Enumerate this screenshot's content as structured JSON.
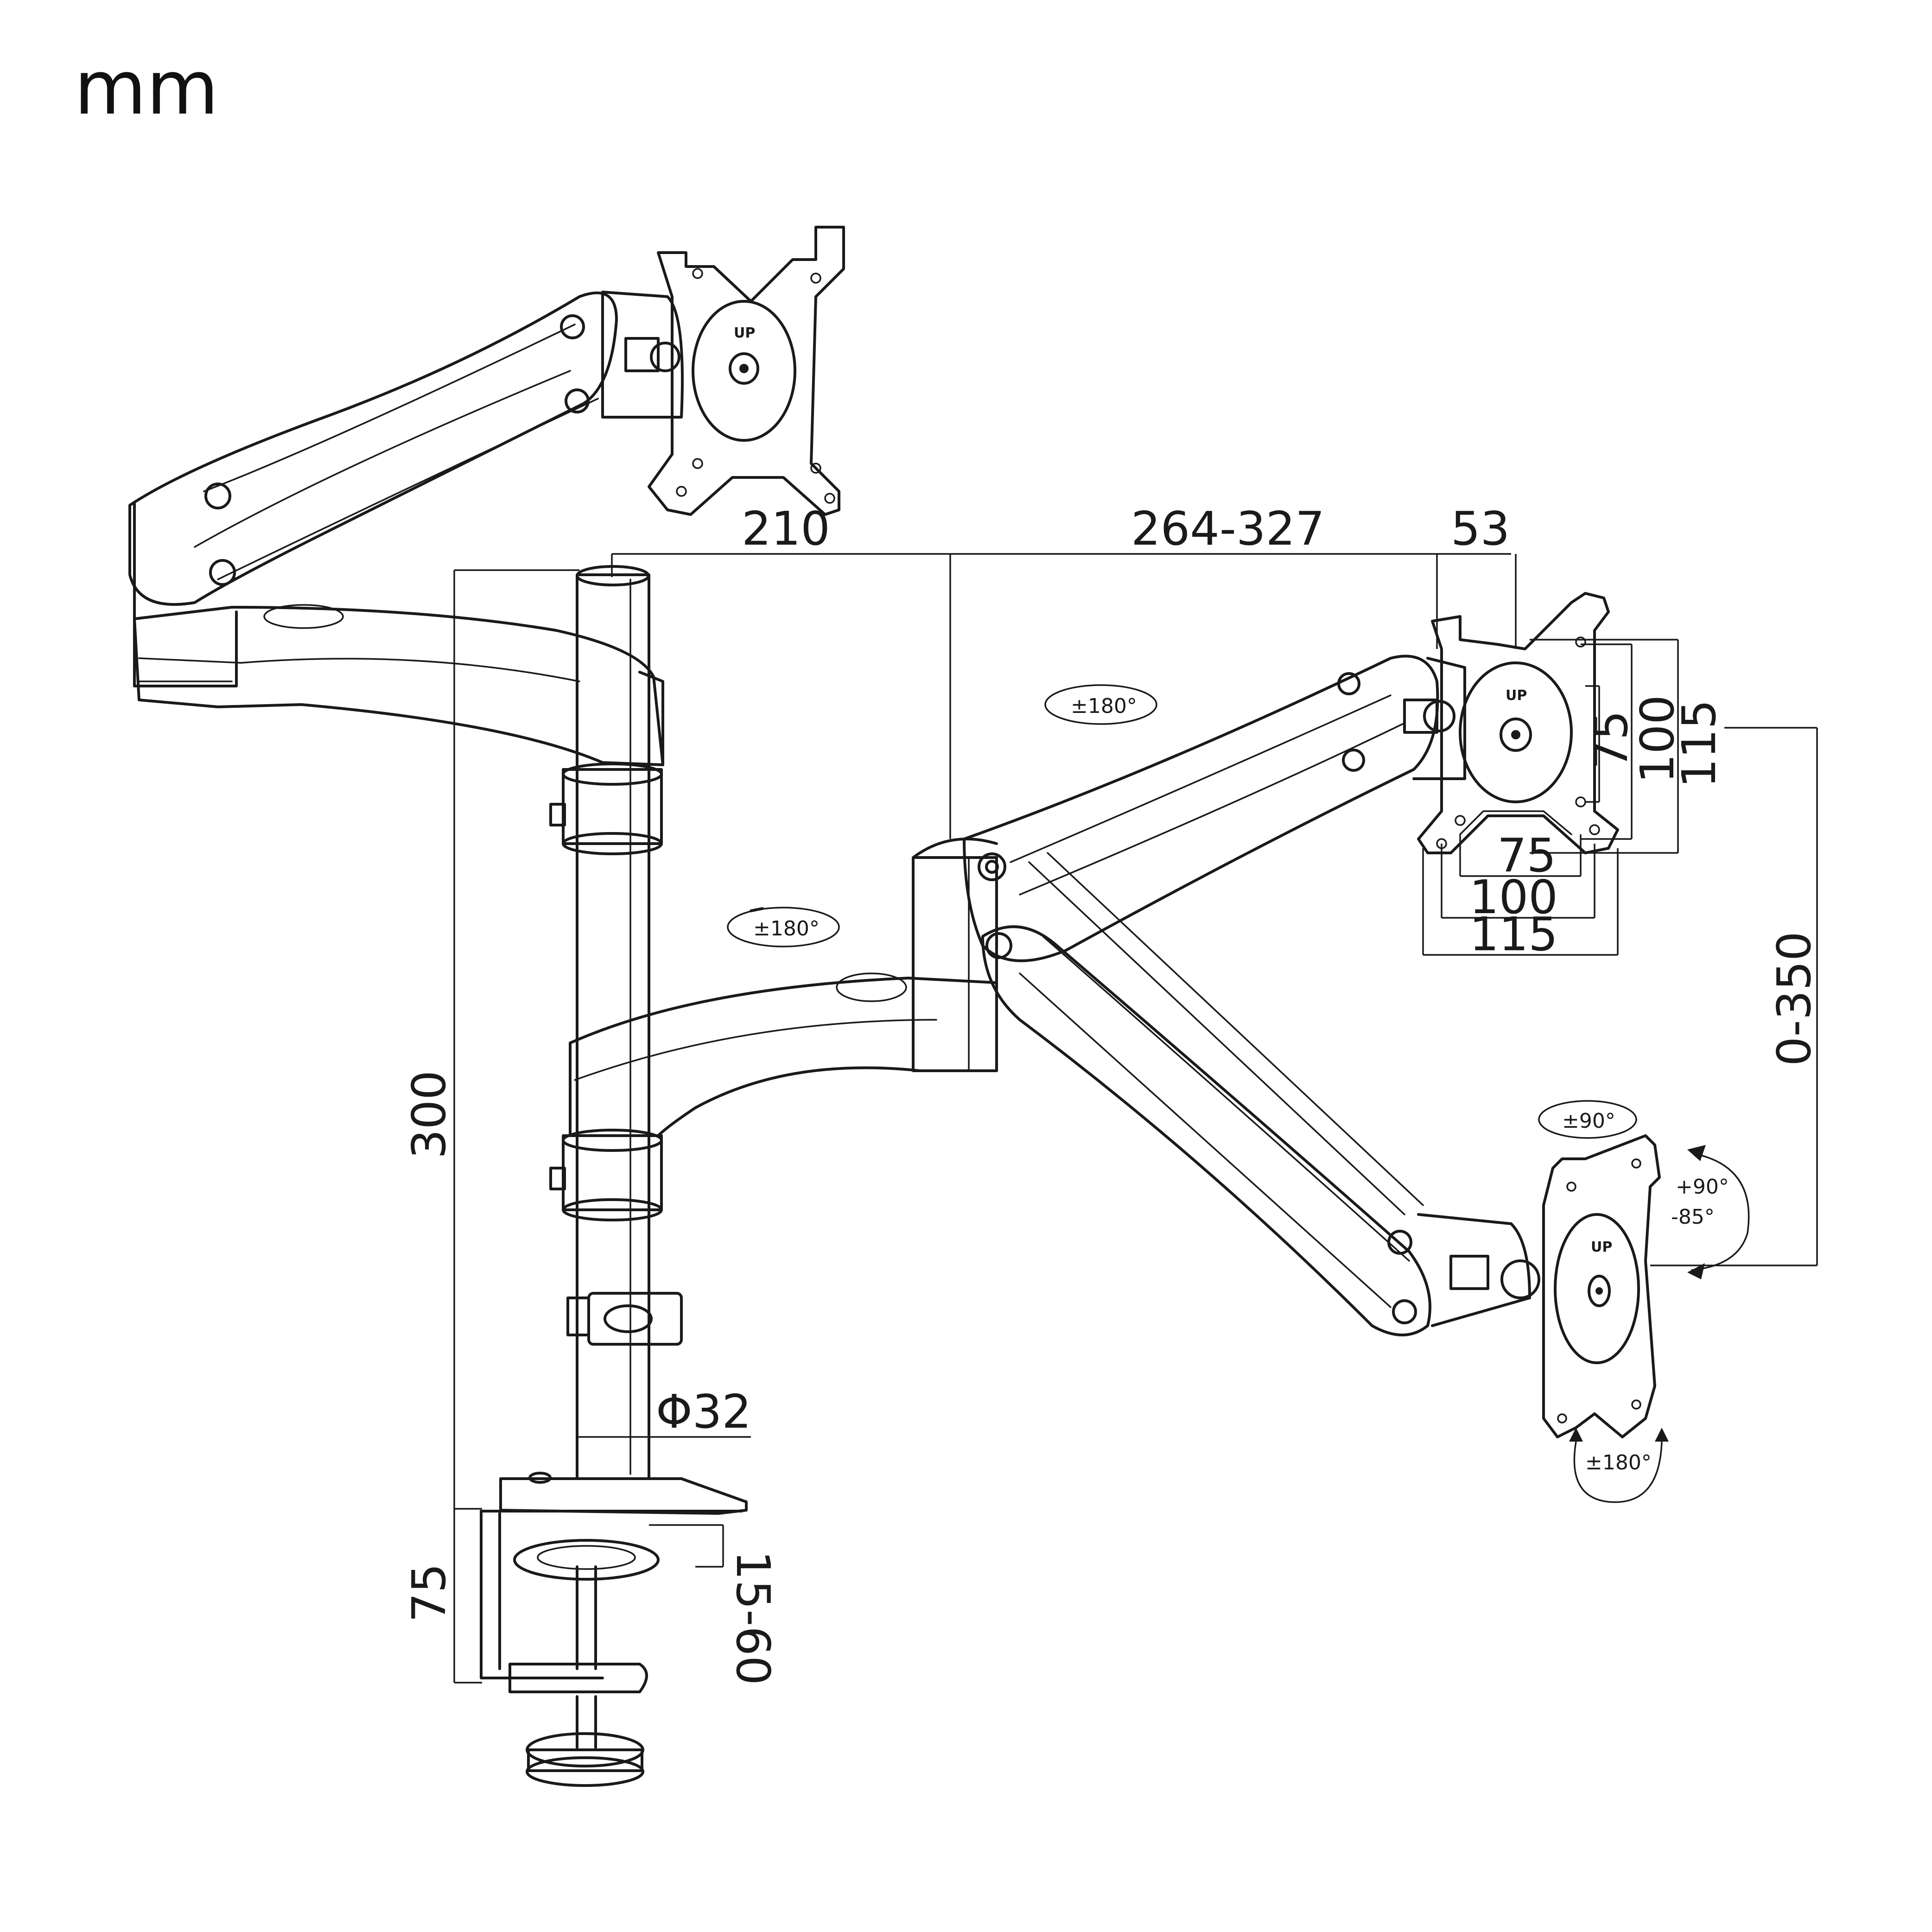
{
  "unit_label": "mm",
  "dimensions": {
    "arm_reach_lower": "210",
    "arm_reach_upper": "264-327",
    "plate_offset": "53",
    "pole_height": "300",
    "pole_diameter": "Φ32",
    "clamp_height": "75",
    "desk_thickness": "15-60",
    "height_adjust": "0-350",
    "vesa_v_75": "75",
    "vesa_v_100": "100",
    "vesa_v_115": "115",
    "vesa_h_75": "75",
    "vesa_h_100": "100",
    "vesa_h_115": "115"
  },
  "rotation_labels": {
    "arm_lower_swivel": "±180°",
    "arm_upper_swivel": "±180°",
    "head_swivel": "±90°",
    "tilt_up": "+90°",
    "tilt_down": "-85°",
    "rotation": "±180°"
  },
  "plate_labels": {
    "up_top_plate": "UP",
    "up_right_plate": "UP",
    "up_lower_plate": "UP"
  }
}
